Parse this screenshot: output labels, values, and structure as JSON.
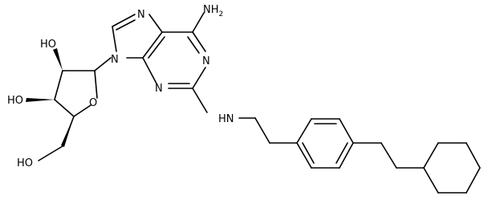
{
  "molecule": {
    "atom_labels": {
      "n7": "N",
      "nh2": "NH",
      "nh2_sub": "2",
      "n9": "N",
      "n1": "N",
      "n3": "N",
      "nh_linker": "HN",
      "oh2": "HO",
      "oh3": "HO",
      "o_ring": "O",
      "oh5": "HO"
    },
    "colors": {
      "bond": "#000000",
      "text": "#000000",
      "background": "#ffffff"
    }
  }
}
